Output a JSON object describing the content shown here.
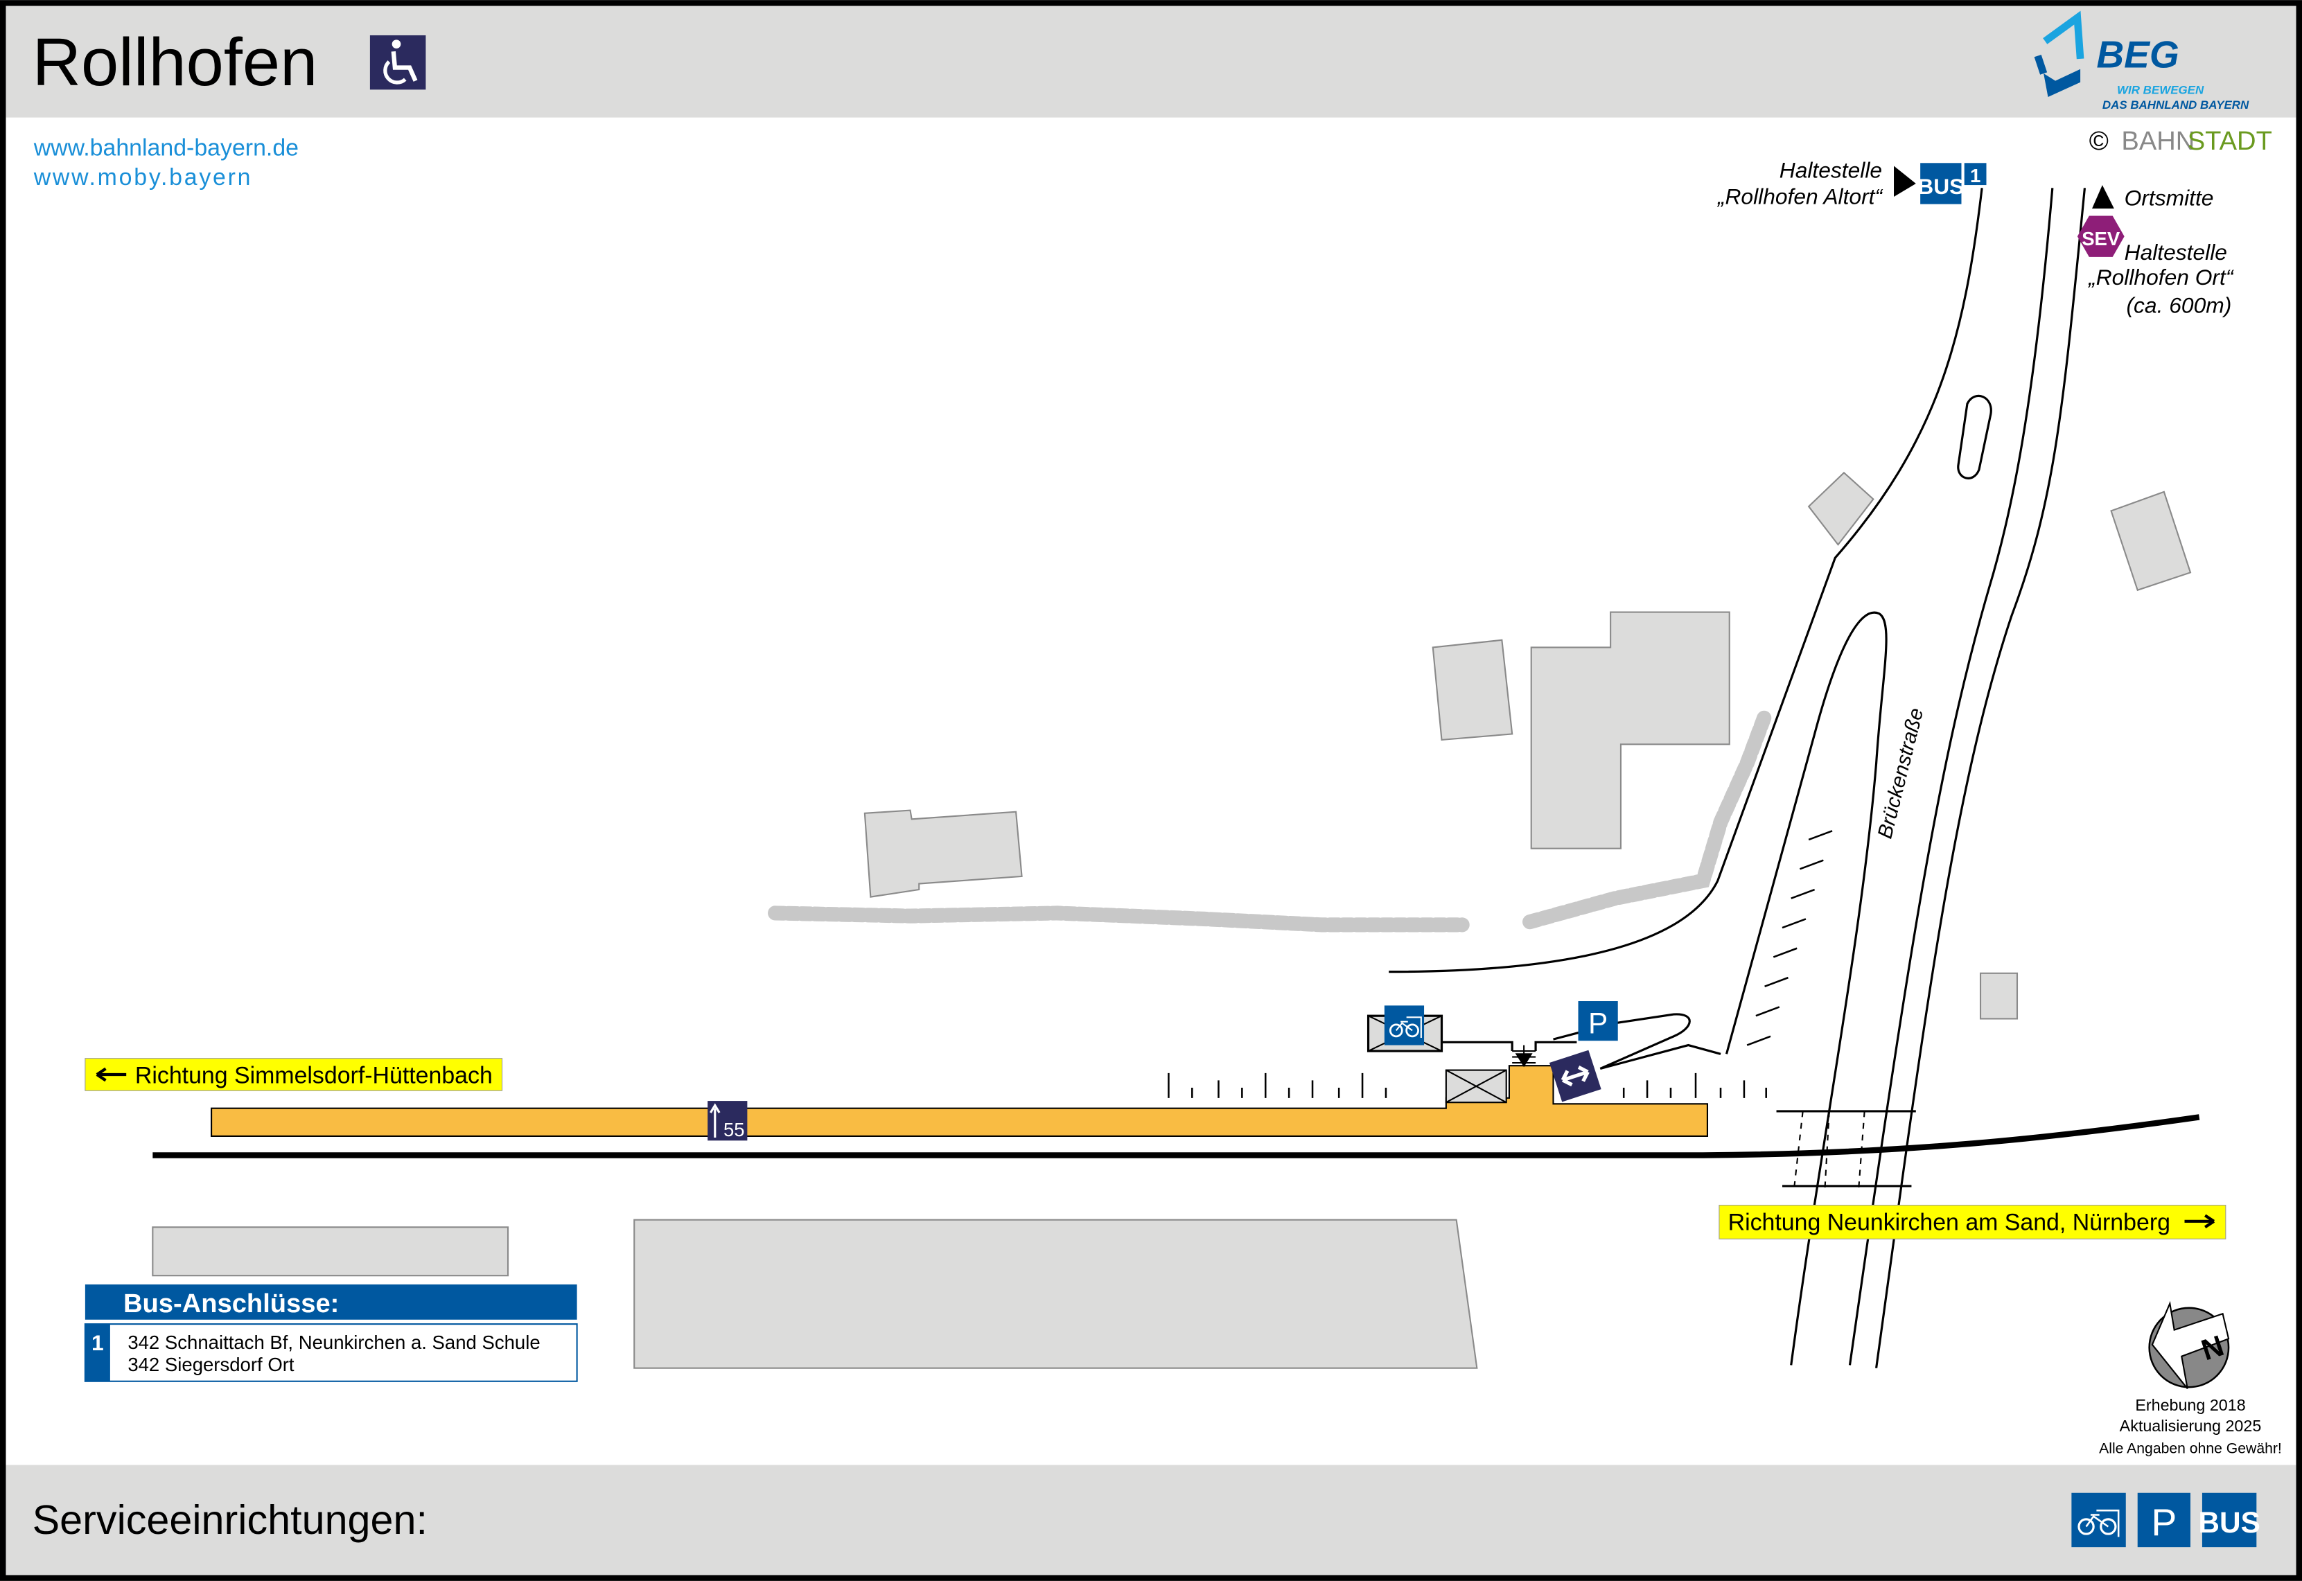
{
  "header": {
    "title": "Rollhofen",
    "links": [
      "www.bahnland-bayern.de",
      "www.moby.bayern"
    ],
    "logo": {
      "name": "BEG",
      "tagline_1": "WIR BEWEGEN",
      "tagline_2": "DAS BAHNLAND BAYERN"
    },
    "copyright": {
      "symbol": "©",
      "part1": "BAHN",
      "part2": "STADT"
    }
  },
  "map": {
    "stop_altort": {
      "line1": "Haltestelle",
      "line2": "„Rollhofen Altort“",
      "badge": "BUS",
      "line": "1"
    },
    "ortsmitte": "Ortsmitte",
    "sev": {
      "badge": "SEV",
      "line1": "Haltestelle",
      "line2": "„Rollhofen Ort“",
      "line3": "(ca. 600m)"
    },
    "street": "Brückenstraße",
    "direction_left": "Richtung Simmelsdorf-Hüttenbach",
    "direction_right": "Richtung Neunkirchen am Sand, Nürnberg",
    "platform_sign": "55",
    "parking": "P",
    "north": "N"
  },
  "bus_connections": {
    "title": "Bus-Anschlüsse:",
    "rows": [
      {
        "stop": "1",
        "lines": [
          "342 Schnaittach Bf, Neunkirchen a. Sand Schule",
          "342 Siegersdorf Ort"
        ]
      }
    ]
  },
  "info": [
    "Erhebung 2018",
    "Aktualisierung 2025",
    "Alle Angaben ohne Gewähr!"
  ],
  "footer": {
    "title": "Serviceeinrichtungen:",
    "services": [
      "bike-parking",
      "P",
      "BUS"
    ]
  },
  "colors": {
    "blue": "#0058a0",
    "navy": "#2b2a5e",
    "platform": "#f9bc43",
    "yellow": "#ffff00",
    "sev": "#8e1e78",
    "gray": "#dcdcdb",
    "link": "#1a8fd8"
  }
}
